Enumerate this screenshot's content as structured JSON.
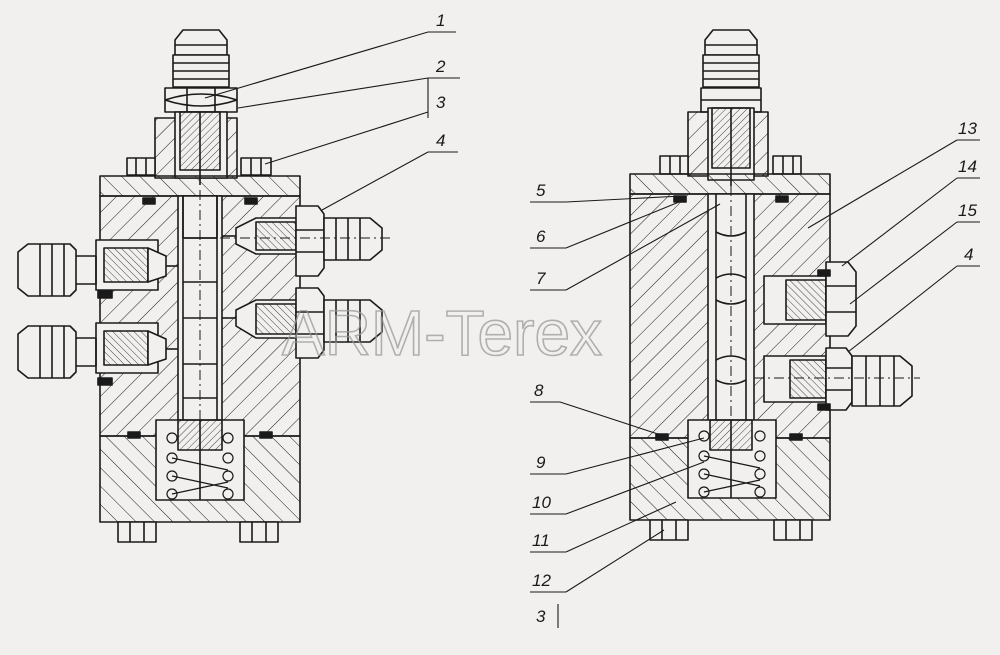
{
  "callouts": {
    "c1": "1",
    "c2": "2",
    "c3a": "3",
    "c4a": "4",
    "c5": "5",
    "c6": "6",
    "c7": "7",
    "c8": "8",
    "c9": "9",
    "c10": "10",
    "c11": "11",
    "c12": "12",
    "c3b": "3",
    "c13": "13",
    "c14": "14",
    "c15": "15",
    "c4b": "4"
  },
  "watermark": "ARM-Terex",
  "colors": {
    "ink": "#1a1a1a",
    "paper": "#f1f0ee",
    "watermark": "#9a9a9a"
  }
}
